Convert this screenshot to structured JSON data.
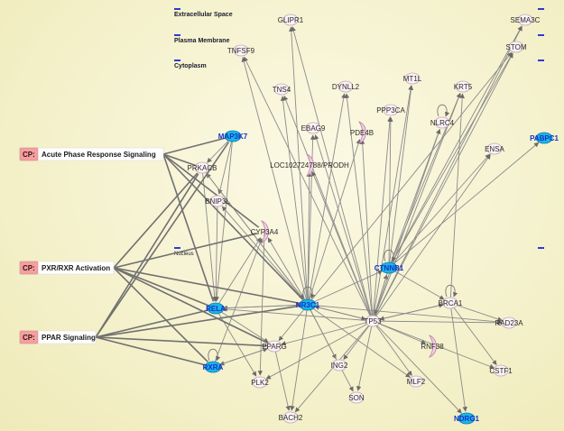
{
  "layers": {
    "extracellular": "Extracellular Space",
    "plasma_membrane": "Plasma Membrane",
    "cytoplasm": "Cytoplasm",
    "nucleus": "Nucleus"
  },
  "pathways": [
    {
      "id": "acute",
      "prefix": "CP:",
      "label": "Acute Phase Response Signaling"
    },
    {
      "id": "pxr",
      "prefix": "CP:",
      "label": "PXR/RXR Activation"
    },
    {
      "id": "ppar",
      "prefix": "CP:",
      "label": "PPAR Signaling"
    }
  ],
  "nodes": [
    {
      "id": "GLIPR1",
      "label": "GLIPR1",
      "kind": "plain"
    },
    {
      "id": "SEMA3C",
      "label": "SEMA3C",
      "kind": "plain"
    },
    {
      "id": "STOM",
      "label": "STOM",
      "kind": "plain"
    },
    {
      "id": "TNFSF9",
      "label": "TNFSF9",
      "kind": "plain"
    },
    {
      "id": "MT1L",
      "label": "MT1L",
      "kind": "plain"
    },
    {
      "id": "TNS4",
      "label": "TNS4",
      "kind": "plain"
    },
    {
      "id": "DYNLL2",
      "label": "DYNLL2",
      "kind": "plain"
    },
    {
      "id": "KRT5",
      "label": "KRT5",
      "kind": "plain"
    },
    {
      "id": "PPP3CA",
      "label": "PPP3CA",
      "kind": "plain"
    },
    {
      "id": "EBAG9",
      "label": "EBAG9",
      "kind": "plain"
    },
    {
      "id": "PDE4B",
      "label": "PDE4B",
      "kind": "pink"
    },
    {
      "id": "NLRC4",
      "label": "NLRC4",
      "kind": "plain"
    },
    {
      "id": "MAP3K7",
      "label": "MAP3K7",
      "kind": "blue"
    },
    {
      "id": "PABPC1",
      "label": "PABPC1",
      "kind": "blue"
    },
    {
      "id": "ENSA",
      "label": "ENSA",
      "kind": "plain"
    },
    {
      "id": "LOC",
      "label": "LOC102724788/PRODH",
      "kind": "pink"
    },
    {
      "id": "PRKACB",
      "label": "PRKACB",
      "kind": "plain"
    },
    {
      "id": "BNIP3L",
      "label": "BNIP3L",
      "kind": "plain"
    },
    {
      "id": "CYP3A4",
      "label": "CYP3A4",
      "kind": "pink"
    },
    {
      "id": "CTNNB1",
      "label": "CTNNB1",
      "kind": "blue"
    },
    {
      "id": "RELA",
      "label": "RELA",
      "kind": "blue"
    },
    {
      "id": "NR3C1",
      "label": "NR3C1",
      "kind": "blue"
    },
    {
      "id": "BRCA1",
      "label": "BRCA1",
      "kind": "plain"
    },
    {
      "id": "TP53",
      "label": "TP53",
      "kind": "plain"
    },
    {
      "id": "RAD23A",
      "label": "RAD23A",
      "kind": "plain"
    },
    {
      "id": "PPARG",
      "label": "PPARG",
      "kind": "plain"
    },
    {
      "id": "RNF38",
      "label": "RNF38",
      "kind": "pink"
    },
    {
      "id": "RXRA",
      "label": "RXRA",
      "kind": "blue"
    },
    {
      "id": "ING2",
      "label": "ING2",
      "kind": "plain"
    },
    {
      "id": "CSTF1",
      "label": "CSTF1",
      "kind": "plain"
    },
    {
      "id": "PLK2",
      "label": "PLK2",
      "kind": "plain"
    },
    {
      "id": "MLF2",
      "label": "MLF2",
      "kind": "plain"
    },
    {
      "id": "SON",
      "label": "SON",
      "kind": "plain"
    },
    {
      "id": "BACH2",
      "label": "BACH2",
      "kind": "plain"
    },
    {
      "id": "NDRG1",
      "label": "NDRG1",
      "kind": "blue"
    }
  ],
  "edges": [
    [
      "TP53",
      "GLIPR1"
    ],
    [
      "TP53",
      "SEMA3C"
    ],
    [
      "TP53",
      "STOM"
    ],
    [
      "TP53",
      "TNFSF9"
    ],
    [
      "TP53",
      "MT1L"
    ],
    [
      "TP53",
      "TNS4"
    ],
    [
      "TP53",
      "DYNLL2"
    ],
    [
      "TP53",
      "KRT5"
    ],
    [
      "TP53",
      "PPP3CA"
    ],
    [
      "TP53",
      "EBAG9"
    ],
    [
      "TP53",
      "PDE4B"
    ],
    [
      "TP53",
      "NLRC4"
    ],
    [
      "TP53",
      "ENSA"
    ],
    [
      "TP53",
      "LOC"
    ],
    [
      "TP53",
      "CTNNB1"
    ],
    [
      "TP53",
      "BRCA1"
    ],
    [
      "TP53",
      "RAD23A"
    ],
    [
      "TP53",
      "NR3C1"
    ],
    [
      "TP53",
      "RELA"
    ],
    [
      "TP53",
      "PPARG"
    ],
    [
      "TP53",
      "ING2"
    ],
    [
      "TP53",
      "MLF2"
    ],
    [
      "TP53",
      "SON"
    ],
    [
      "TP53",
      "RNF38"
    ],
    [
      "TP53",
      "CSTF1"
    ],
    [
      "TP53",
      "BACH2"
    ],
    [
      "TP53",
      "NDRG1"
    ],
    [
      "TP53",
      "PLK2"
    ],
    [
      "CTNNB1",
      "SEMA3C"
    ],
    [
      "CTNNB1",
      "STOM"
    ],
    [
      "CTNNB1",
      "KRT5"
    ],
    [
      "CTNNB1",
      "MT1L"
    ],
    [
      "CTNNB1",
      "NLRC4"
    ],
    [
      "CTNNB1",
      "PPP3CA"
    ],
    [
      "CTNNB1",
      "ENSA"
    ],
    [
      "CTNNB1",
      "PABPC1"
    ],
    [
      "CTNNB1",
      "TP53"
    ],
    [
      "CTNNB1",
      "BRCA1"
    ],
    [
      "NR3C1",
      "GLIPR1"
    ],
    [
      "NR3C1",
      "TNFSF9"
    ],
    [
      "NR3C1",
      "TNS4"
    ],
    [
      "NR3C1",
      "DYNLL2"
    ],
    [
      "NR3C1",
      "EBAG9"
    ],
    [
      "NR3C1",
      "PDE4B"
    ],
    [
      "NR3C1",
      "LOC"
    ],
    [
      "NR3C1",
      "CYP3A4"
    ],
    [
      "NR3C1",
      "BNIP3L"
    ],
    [
      "NR3C1",
      "PRKACB"
    ],
    [
      "NR3C1",
      "RELA"
    ],
    [
      "NR3C1",
      "PPARG"
    ],
    [
      "NR3C1",
      "ING2"
    ],
    [
      "NR3C1",
      "SON"
    ],
    [
      "NR3C1",
      "TP53"
    ],
    [
      "NR3C1",
      "CTNNB1"
    ],
    [
      "NR3C1",
      "RAD23A"
    ],
    [
      "NR3C1",
      "MLF2"
    ],
    [
      "NR3C1",
      "STOM"
    ],
    [
      "NR3C1",
      "BACH2"
    ],
    [
      "BRCA1",
      "RAD23A"
    ],
    [
      "BRCA1",
      "TP53"
    ],
    [
      "BRCA1",
      "CSTF1"
    ],
    [
      "BRCA1",
      "KRT5"
    ],
    [
      "BRCA1",
      "NDRG1"
    ],
    [
      "MAP3K7",
      "PRKACB"
    ],
    [
      "MAP3K7",
      "RELA"
    ],
    [
      "MAP3K7",
      "BNIP3L"
    ],
    [
      "RELA",
      "CYP3A4"
    ],
    [
      "RELA",
      "PPARG"
    ],
    [
      "RELA",
      "PLK2"
    ],
    [
      "RELA",
      "NR3C1"
    ],
    [
      "PPARG",
      "RXRA"
    ],
    [
      "PPARG",
      "BACH2"
    ],
    [
      "RXRA",
      "CYP3A4"
    ],
    [
      "RXRA",
      "PPARG"
    ],
    [
      "CYP3A4",
      "PLK2"
    ],
    [
      "PRKACB",
      "NR3C1"
    ],
    [
      "PRKACB",
      "RELA"
    ],
    [
      "BNIP3L",
      "RELA"
    ],
    [
      "acute",
      "MAP3K7"
    ],
    [
      "acute",
      "RELA"
    ],
    [
      "acute",
      "NR3C1"
    ],
    [
      "acute",
      "PRKACB"
    ],
    [
      "acute",
      "CYP3A4"
    ],
    [
      "pxr",
      "RELA"
    ],
    [
      "pxr",
      "NR3C1"
    ],
    [
      "pxr",
      "CYP3A4"
    ],
    [
      "pxr",
      "PRKACB"
    ],
    [
      "pxr",
      "PPARG"
    ],
    [
      "pxr",
      "RXRA"
    ],
    [
      "ppar",
      "RELA"
    ],
    [
      "ppar",
      "NR3C1"
    ],
    [
      "ppar",
      "PPARG"
    ],
    [
      "ppar",
      "RXRA"
    ],
    [
      "ppar",
      "MAP3K7"
    ],
    [
      "ppar",
      "PRKACB"
    ]
  ]
}
